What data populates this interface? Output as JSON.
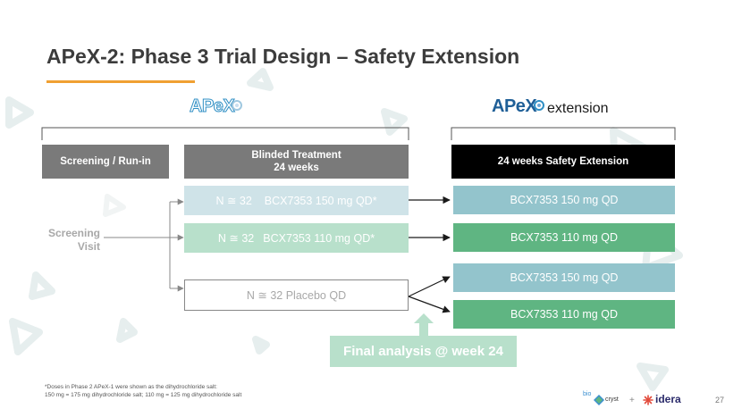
{
  "title": "APeX-2: Phase 3 Trial Design – Safety Extension",
  "logos": {
    "apex_left": "APeX",
    "apex_right": "APeX",
    "extension_label": "extension"
  },
  "headers": {
    "screening": "Screening / Run-in",
    "blinded_line1": "Blinded Treatment",
    "blinded_line2": "24 weeks",
    "safety_extension": "24 weeks Safety Extension"
  },
  "screening_visit": {
    "line1": "Screening",
    "line2": "Visit"
  },
  "arms": [
    {
      "n": "N ≅ 32",
      "label": "BCX7353 150 mg QD*"
    },
    {
      "n": "N ≅ 32",
      "label": "BCX7353 110 mg QD*"
    },
    {
      "label": "N ≅ 32 Placebo QD"
    }
  ],
  "extension_arms": [
    "BCX7353 150 mg QD",
    "BCX7353 110 mg QD",
    "BCX7353 150 mg QD",
    "BCX7353 110 mg QD"
  ],
  "final_analysis": "Final analysis @ week 24",
  "footnote": {
    "line1": "*Doses in Phase 2 APeX-1 were shown as the dihydrochloride salt:",
    "line2": "150 mg = 175 mg dihydrochloride salt; 110 mg = 125 mg dihydrochloride salt"
  },
  "footer_logos": {
    "biocryst_bio": "bio",
    "biocryst_cryst": "cryst",
    "plus": "+",
    "idera": "idera"
  },
  "page_number": "27",
  "colors": {
    "header_gray": "#7a7a7a",
    "header_black": "#000000",
    "arm_150_light": "#cfe3e8",
    "arm_110_light": "#b8e0cb",
    "ext_150": "#93c4cc",
    "ext_110": "#5fb582",
    "final_box": "#b8e0cb",
    "apex_blue": "#2f8fc4",
    "accent": "#f0a032"
  }
}
